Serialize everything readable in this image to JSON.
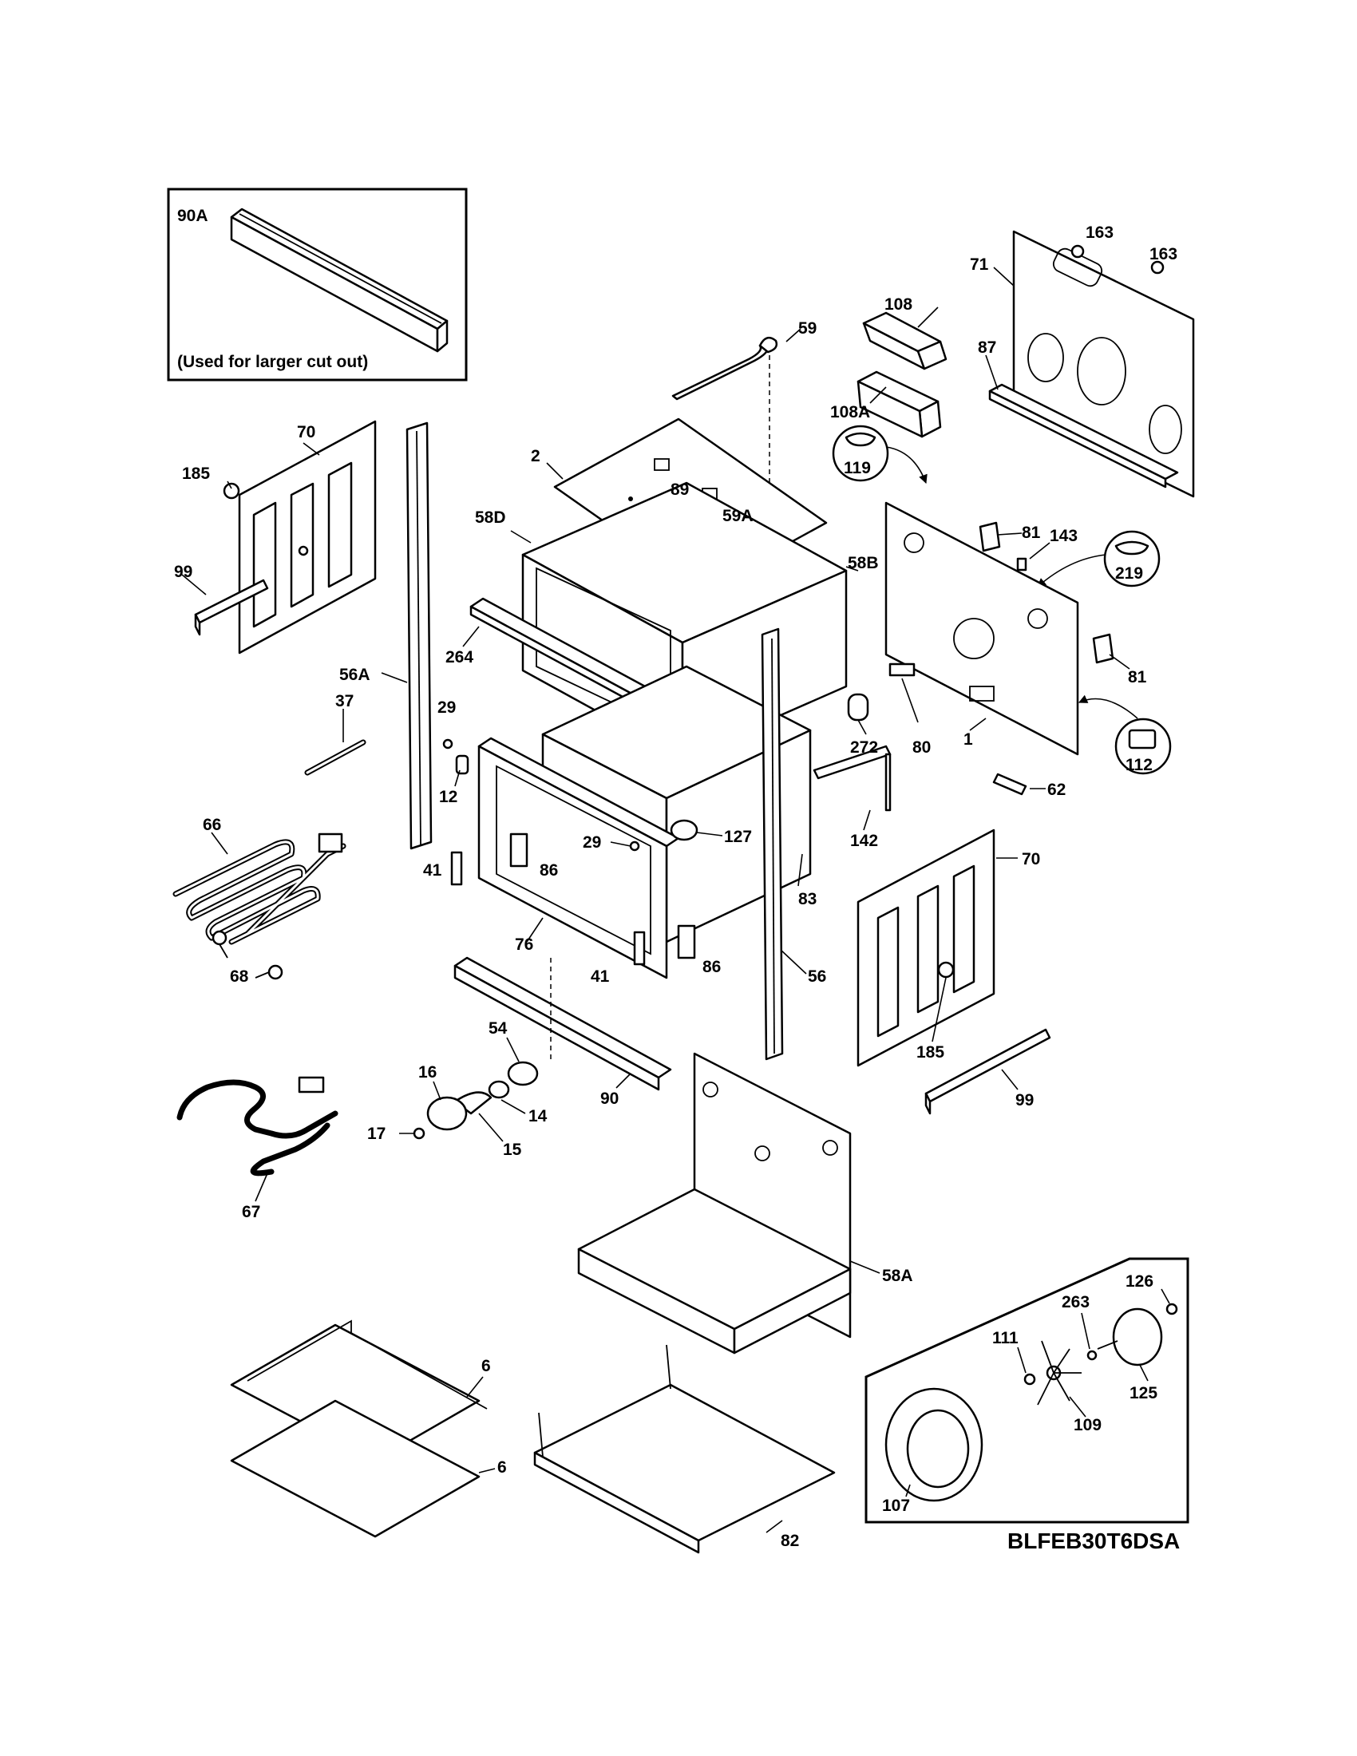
{
  "diagram": {
    "model": "BLFEB30T6DSA",
    "inset_note": "(Used for larger cut out)",
    "labels": {
      "l90A": "90A",
      "l59": "59",
      "l108": "108",
      "l108A": "108A",
      "l163a": "163",
      "l163b": "163",
      "l71": "71",
      "l87": "87",
      "l70a": "70",
      "l185a": "185",
      "l99a": "99",
      "l2": "2",
      "l89": "89",
      "l58D": "58D",
      "l59A": "59A",
      "l58B": "58B",
      "l119": "119",
      "l81a": "81",
      "l143": "143",
      "l219": "219",
      "l264": "264",
      "l56A": "56A",
      "l37": "37",
      "l29a": "29",
      "l12": "12",
      "l272": "272",
      "l80": "80",
      "l1": "1",
      "l81b": "81",
      "l112": "112",
      "l62": "62",
      "l66": "66",
      "l29b": "29",
      "l127": "127",
      "l142": "142",
      "l41a": "41",
      "l86a": "86",
      "l70b": "70",
      "l76": "76",
      "l83": "83",
      "l68": "68",
      "l41b": "41",
      "l86b": "86",
      "l56": "56",
      "l185b": "185",
      "l54": "54",
      "l16": "16",
      "l90": "90",
      "l14": "14",
      "l17": "17",
      "l15": "15",
      "l99b": "99",
      "l67": "67",
      "l58A": "58A",
      "l126": "126",
      "l263": "263",
      "l111": "111",
      "l6a": "6",
      "l125": "125",
      "l109": "109",
      "l6b": "6",
      "l107": "107",
      "l82": "82"
    }
  }
}
